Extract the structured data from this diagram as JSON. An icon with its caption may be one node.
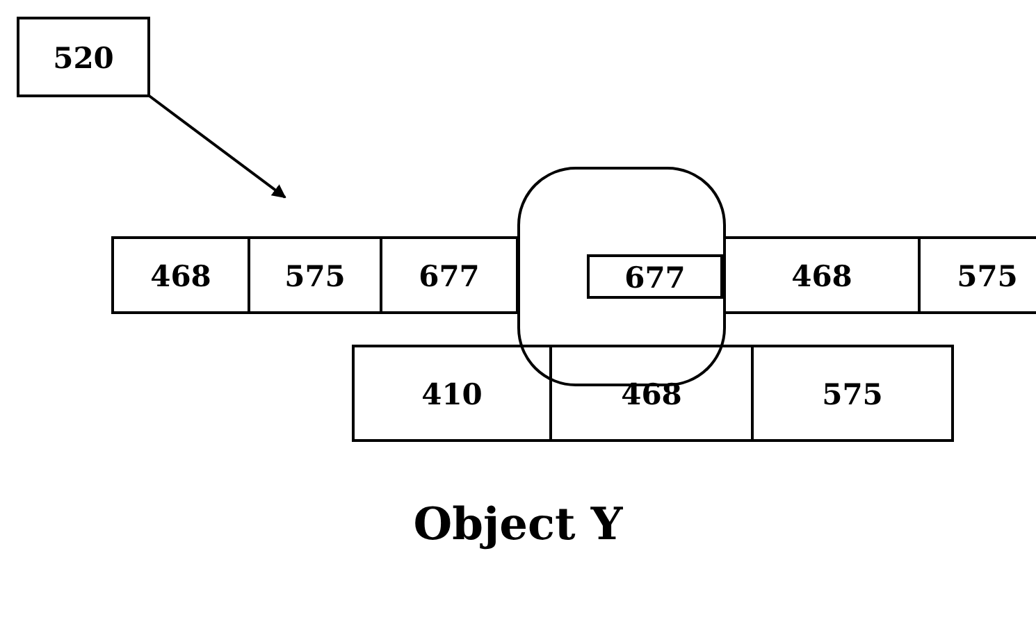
{
  "diagram": {
    "caption": "Object Y",
    "nodes": [
      {
        "text": [
          "520"
        ]
      },
      {
        "text": [
          "468"
        ]
      },
      {
        "text": [
          "575"
        ]
      },
      {
        "text": [
          "677"
        ]
      },
      {
        "text": [],
        "shape": "box"
      },
      {
        "text": [
          "677"
        ],
        "in": 4
      },
      {
        "text": [
          "468"
        ]
      },
      {
        "text": [
          "575"
        ]
      },
      {
        "text": [
          "410"
        ]
      },
      {
        "text": [
          "468"
        ]
      },
      {
        "text": [
          "575"
        ]
      }
    ],
    "edges": [
      {
        "from": 0,
        "to": 2,
        "arrow": "to"
      }
    ]
  }
}
